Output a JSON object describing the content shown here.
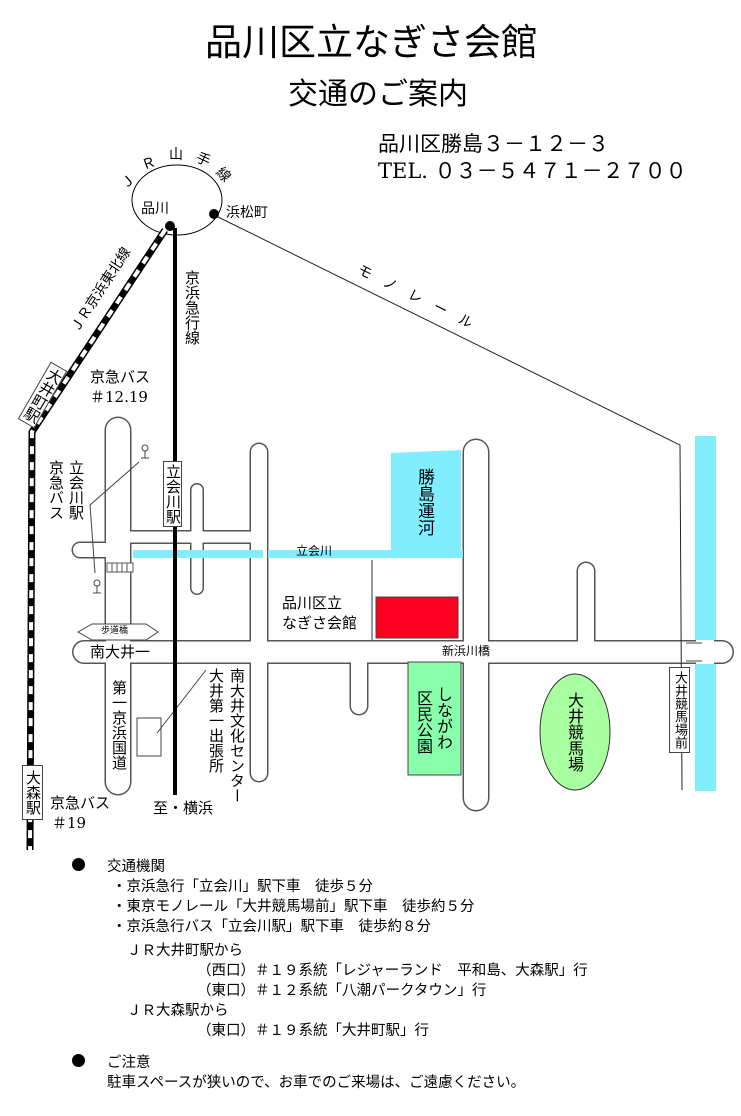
{
  "title": "品川区立なぎさ会館",
  "subtitle": "交通のご案内",
  "address": "品川区勝島３－１２－３",
  "tel": "TEL. ０３－５４７１－２７００",
  "map": {
    "yamanote": [
      "Ｊ",
      "Ｒ",
      "山",
      "手",
      "線"
    ],
    "shinagawa": "品川",
    "hamamatsucho": "浜松町",
    "monorail": "モ　ノ　レ　ー　ル",
    "keihin_tohoku": "ＪＲ京浜東北線",
    "keikyu_line": "京浜急行線",
    "oimachi_station": "大井町駅",
    "bus_1219": "京急バス",
    "bus_1219_no": "＃12.19",
    "tachiaigawa_bus": "立会川駅",
    "keikyu_bus": "京急バス",
    "tachiaigawa_station": "立会川駅",
    "tachiaigawa_river": "立会川",
    "katsushima_canal": "勝島運河",
    "nagisa_hall_1": "品川区立",
    "nagisa_hall_2": "なぎさ会館",
    "footbridge": "歩道橋",
    "minami_oi_1": "南大井一",
    "shinhamakawa_bridge": "新浜川橋",
    "daiichi_keihin": "第一京浜国道",
    "culture_center": "南大井文化センター",
    "branch_office": "大井第一出張所",
    "to_yokohama": "至・横浜",
    "omori_station": "大森駅",
    "bus_19": "京急バス",
    "bus_19_no": "＃19",
    "park_1": "しながわ",
    "park_2": "区民公園",
    "racecourse": "大井競馬場",
    "racecourse_station": "大井競馬場前"
  },
  "colors": {
    "water": "#80eeff",
    "hall": "#ff0020",
    "park": "#88ffaa",
    "racecourse": "#a8ffa0"
  },
  "access": {
    "heading": "交通機関",
    "items": [
      "・京浜急行「立会川」駅下車　徒歩５分",
      "・東京モノレール「大井競馬場前」駅下車　徒歩約５分",
      "・京浜急行バス「立会川駅」駅下車　徒歩約８分"
    ],
    "from_oimachi": "ＪＲ大井町駅から",
    "oimachi_west": "（西口）＃１９系統「レジャーランド　平和島、大森駅」行",
    "oimachi_east": "（東口）＃１２系統「八潮パークタウン」行",
    "from_omori": "ＪＲ大森駅から",
    "omori_east": "（東口）＃１９系統「大井町駅」行"
  },
  "notice": {
    "heading": "ご注意",
    "text": "駐車スペースが狭いので、お車でのご来場は、ご遠慮ください。"
  }
}
